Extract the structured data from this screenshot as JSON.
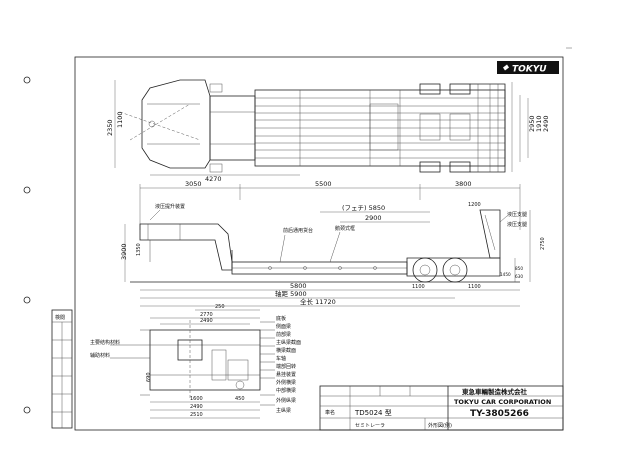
{
  "brand": {
    "logo_text": "TOKYU"
  },
  "top_view": {
    "dims": [
      "2350",
      "1100",
      "4270",
      "2950",
      "1910",
      "2490"
    ]
  },
  "side_view": {
    "dims": [
      "3050",
      "5500",
      "3800",
      "(フェチ) 5850",
      "2900",
      "3900",
      "1350",
      "5800",
      "1100",
      "1100",
      "轴距 5900",
      "全长 11720",
      "2750",
      "1200",
      "850",
      "1450",
      "630"
    ],
    "labels": [
      "液压提升装置",
      "前后通用货台",
      "鹅颈式框",
      "液压支腿",
      "液压支腿"
    ]
  },
  "section_view": {
    "labels": [
      "主要结构材料",
      "辅助材料",
      "底板",
      "侧面梁",
      "前部梁",
      "主纵梁截面",
      "横梁截面",
      "车轴",
      "端部回转",
      "悬挂装置",
      "外侧横梁",
      "中部横梁",
      "外侧纵梁",
      "主纵梁"
    ],
    "dims": [
      "2770",
      "2490",
      "250",
      "1600",
      "2490",
      "2510",
      "690",
      "450"
    ]
  },
  "title_block": {
    "company_jp": "東急車輛製造株式会社",
    "company_en": "TOKYU CAR CORPORATION",
    "model_label": "車名",
    "model": "TD5024 型",
    "series_label": "セミトレーラ",
    "spec": "外形図(例)",
    "drawing_no": "TY-3805266"
  },
  "margin_table": {
    "header": "検閲"
  }
}
